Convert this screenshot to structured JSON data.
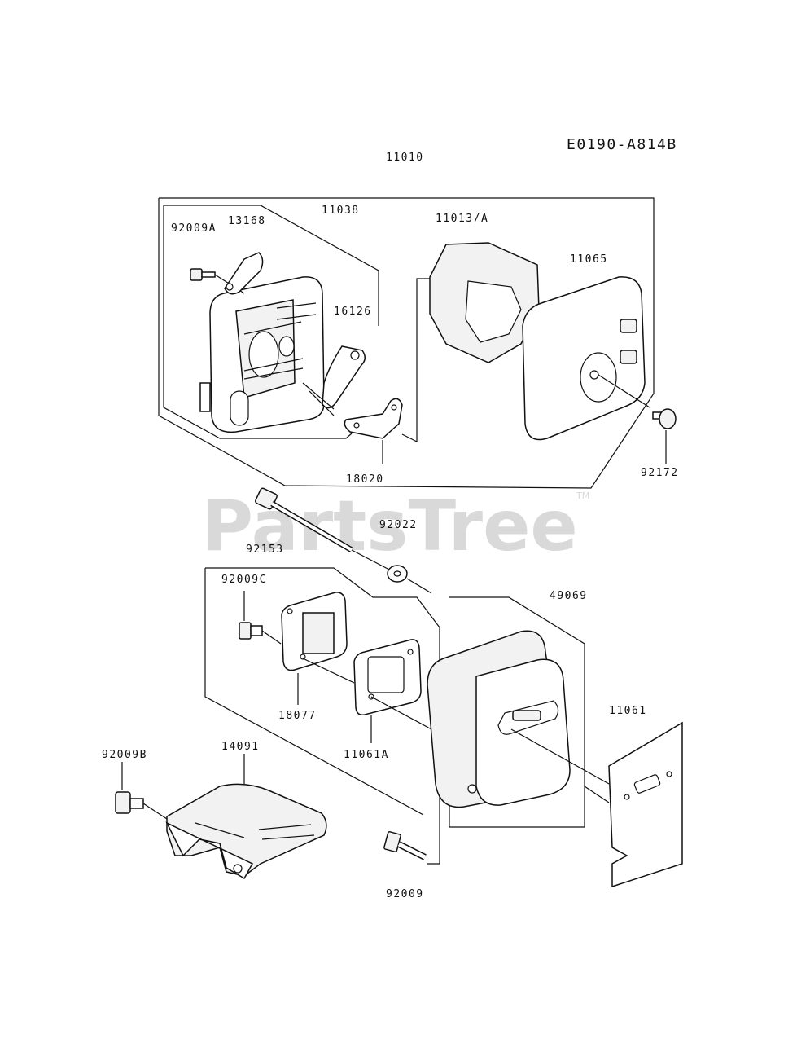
{
  "diagram_code": "E0190-A814B",
  "watermark": {
    "text": "PartsTree",
    "trademark": "TM"
  },
  "parts": [
    {
      "id": "p-11010",
      "number": "11010",
      "label": "11010"
    },
    {
      "id": "p-11038",
      "number": "11038",
      "label": "11038"
    },
    {
      "id": "p-13168",
      "number": "13168",
      "label": "13168"
    },
    {
      "id": "p-92009a",
      "number": "92009A",
      "label": "92009A"
    },
    {
      "id": "p-16126",
      "number": "16126",
      "label": "16126"
    },
    {
      "id": "p-18020",
      "number": "18020",
      "label": "18020"
    },
    {
      "id": "p-11013a",
      "number": "11013/A",
      "label": "11013/A"
    },
    {
      "id": "p-11065",
      "number": "11065",
      "label": "11065"
    },
    {
      "id": "p-92172",
      "number": "92172",
      "label": "92172"
    },
    {
      "id": "p-92153",
      "number": "92153",
      "label": "92153"
    },
    {
      "id": "p-92022",
      "number": "92022",
      "label": "92022"
    },
    {
      "id": "p-92009c",
      "number": "92009C",
      "label": "92009C"
    },
    {
      "id": "p-18077",
      "number": "18077",
      "label": "18077"
    },
    {
      "id": "p-11061a",
      "number": "11061A",
      "label": "11061A"
    },
    {
      "id": "p-49069",
      "number": "49069",
      "label": "49069"
    },
    {
      "id": "p-11061",
      "number": "11061",
      "label": "11061"
    },
    {
      "id": "p-92009b",
      "number": "92009B",
      "label": "92009B"
    },
    {
      "id": "p-14091",
      "number": "14091",
      "label": "14091"
    },
    {
      "id": "p-92009",
      "number": "92009",
      "label": "92009"
    }
  ]
}
